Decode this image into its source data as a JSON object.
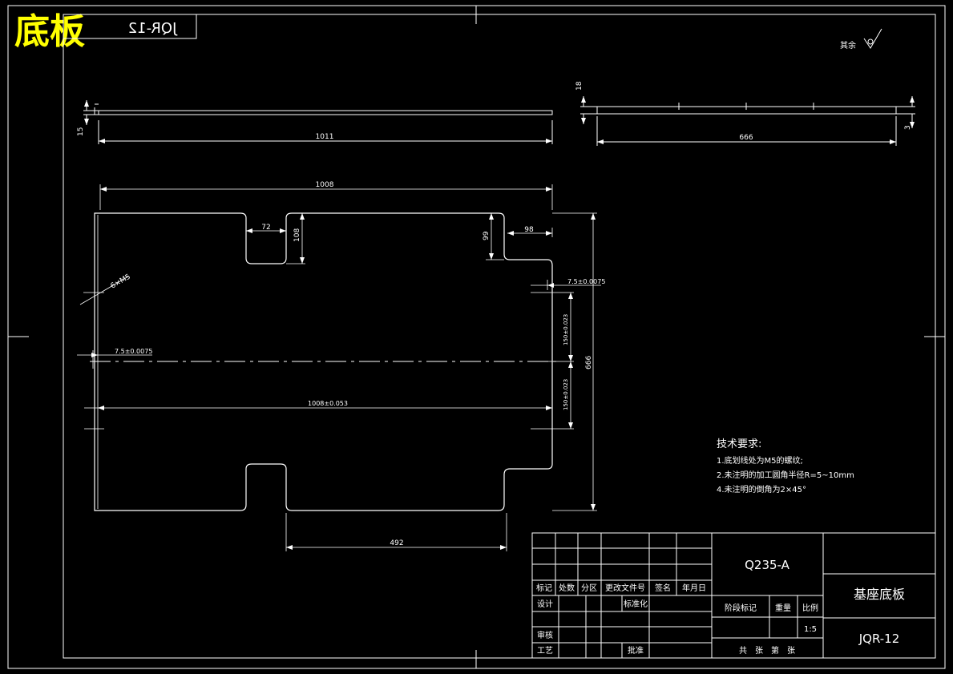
{
  "overlay_title": "底板",
  "mirrored_code": "JQR-12",
  "roughness_note": "其余",
  "dimensions": {
    "side_thickness": "15",
    "side_length": "1011",
    "top_thickness": "18",
    "top_length": "666",
    "top_small": "3",
    "overall_length": "1008",
    "notch_width_left": "72",
    "notch_depth_left": "108",
    "notch_depth_right": "99",
    "notch_width_right": "98",
    "hole_label": "6×M5",
    "hole_offset_right": "7.5±0.0075",
    "hole_offset_left": "7.5±0.0075",
    "hole_pitch_upper": "150±0.023",
    "hole_pitch_lower": "150±0.023",
    "overall_height": "666",
    "hole_span": "1008±0.053",
    "bottom_notch_span": "492"
  },
  "tech_requirements": {
    "heading": "技术要求:",
    "items": [
      "1.底划线处为M5的螺纹;",
      "2.未注明的加工圆角半径R=5~10mm",
      "4.未注明的倒角为2×45°"
    ]
  },
  "title_block": {
    "material": "Q235-A",
    "part_name": "基座底板",
    "drawing_number": "JQR-12",
    "header_labels": [
      "标记",
      "处数",
      "分区",
      "更改文件号",
      "签名",
      "年月日"
    ],
    "design": "设计",
    "standardization": "标准化",
    "review": "审核",
    "process": "工艺",
    "approval": "批准",
    "stage_mark": "阶段标记",
    "weight": "重量",
    "scale_label": "比例",
    "scale_value": "1:5",
    "sheets": "共　张　第　张"
  }
}
